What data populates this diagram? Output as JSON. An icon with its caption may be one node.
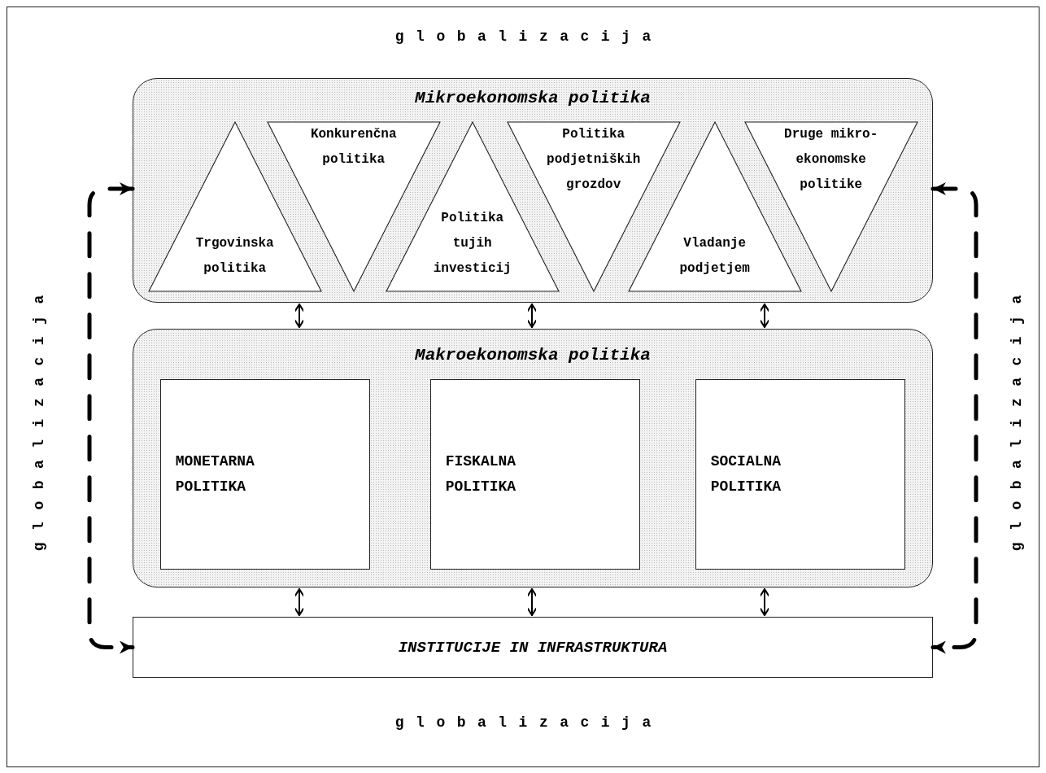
{
  "diagram": {
    "nodes": [
      {
        "text": [
          "Mikroekonomska politika"
        ]
      },
      {
        "text": [
          "Trgovinska politika"
        ],
        "in": 0
      },
      {
        "text": [
          "Konkurenčna politika"
        ],
        "in": 0
      },
      {
        "text": [
          "Politika tujih investicij"
        ],
        "in": 0
      },
      {
        "text": [
          "Politika podjetniških grozdov"
        ],
        "in": 0
      },
      {
        "text": [
          "Vladanje podjetjem"
        ],
        "in": 0
      },
      {
        "text": [
          "Druge mikro-ekonomske politike"
        ],
        "in": 0
      },
      {
        "text": [
          "Makroekonomska politika"
        ]
      },
      {
        "text": [
          "MONETARNA POLITIKA"
        ],
        "in": 7
      },
      {
        "text": [
          "FISKALNA POLITIKA"
        ],
        "in": 7
      },
      {
        "text": [
          "SOCIALNA POLITIKA"
        ],
        "in": 7
      },
      {
        "text": [
          "INSTITUCIJE IN INFRASTRUKTURA"
        ]
      }
    ],
    "edges": [
      {
        "from": 0,
        "to": 7,
        "arrow": "both"
      },
      {
        "from": 0,
        "to": 7,
        "arrow": "both"
      },
      {
        "from": 0,
        "to": 7,
        "arrow": "both"
      },
      {
        "from": 7,
        "to": 11,
        "arrow": "both"
      },
      {
        "from": 7,
        "to": 11,
        "arrow": "both"
      },
      {
        "from": 7,
        "to": 11,
        "arrow": "both"
      },
      {
        "from": 0,
        "to": 11,
        "arrow": "both",
        "style": "dashed"
      },
      {
        "from": 0,
        "to": 11,
        "arrow": "both",
        "style": "dashed"
      }
    ],
    "labels": [
      "globalizacija",
      "globalizacija",
      "globalizacija",
      "globalizacija"
    ]
  }
}
